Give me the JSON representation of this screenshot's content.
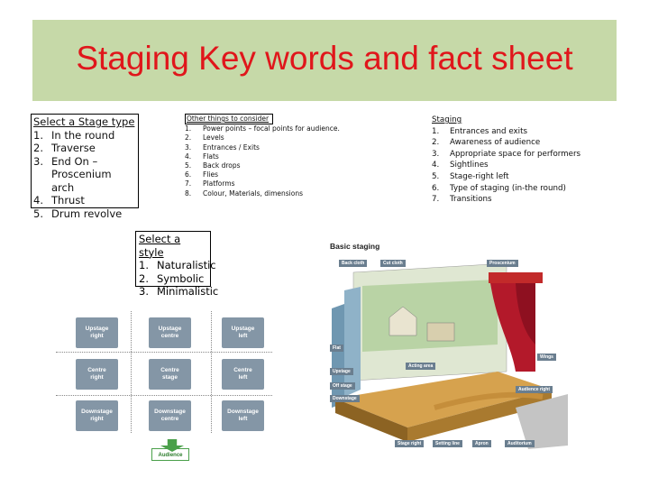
{
  "title": "Staging Key words and fact sheet",
  "stage_type": {
    "heading": "Select a Stage type",
    "items": [
      {
        "n": "1.",
        "text": "In the round"
      },
      {
        "n": "2.",
        "text": "Traverse"
      },
      {
        "n": "3.",
        "text": "End On – Proscenium arch"
      },
      {
        "n": "4.",
        "text": "Thrust"
      },
      {
        "n": "5.",
        "text": "Drum revolve"
      }
    ]
  },
  "other": {
    "heading": "Other things to consider",
    "items": [
      {
        "n": "1.",
        "text": "Power points – focal points for audience."
      },
      {
        "n": "2.",
        "text": "Levels"
      },
      {
        "n": "3.",
        "text": "Entrances / Exits"
      },
      {
        "n": "4.",
        "text": "Flats"
      },
      {
        "n": "5.",
        "text": "Back drops"
      },
      {
        "n": "6.",
        "text": "Flies"
      },
      {
        "n": "7.",
        "text": "Platforms"
      },
      {
        "n": "8.",
        "text": "Colour, Materials, dimensions"
      }
    ]
  },
  "style": {
    "heading": "Select a style",
    "items": [
      {
        "n": "1.",
        "text": "Naturalistic"
      },
      {
        "n": "2.",
        "text": "Symbolic"
      },
      {
        "n": "3.",
        "text": "Minimalistic"
      }
    ]
  },
  "staging": {
    "heading": "Staging",
    "items": [
      {
        "n": "1.",
        "text": "Entrances and exits"
      },
      {
        "n": "2.",
        "text": "Awareness of audience"
      },
      {
        "n": "3.",
        "text": "Appropriate space for performers"
      },
      {
        "n": "4.",
        "text": "Sightlines"
      },
      {
        "n": "5.",
        "text": "Stage-right left"
      },
      {
        "n": "6.",
        "text": "Type of staging (in-the round)"
      },
      {
        "n": "7.",
        "text": "Transitions"
      }
    ]
  },
  "grid": {
    "cells": [
      {
        "a": "Upstage",
        "b": "right"
      },
      {
        "a": "Upstage",
        "b": "centre"
      },
      {
        "a": "Upstage",
        "b": "left"
      },
      {
        "a": "Centre",
        "b": "right"
      },
      {
        "a": "Centre",
        "b": "stage"
      },
      {
        "a": "Centre",
        "b": "left"
      },
      {
        "a": "Downstage",
        "b": "right"
      },
      {
        "a": "Downstage",
        "b": "centre"
      },
      {
        "a": "Downstage",
        "b": "left"
      }
    ],
    "audience": "Audience"
  },
  "illustration": {
    "heading": "Basic staging",
    "labels": {
      "back_cloth": "Back cloth",
      "cut_cloth": "Cut cloth",
      "proscenium": "Proscenium",
      "flat": "Flat",
      "wings": "Wings",
      "upstage": "Upstage",
      "off_stage": "Off stage",
      "acting_area": "Acting area",
      "downstage": "Downstage",
      "audience_right": "Audience right",
      "stage_right": "Stage right",
      "setting_line": "Setting line",
      "apron": "Apron",
      "auditorium": "Auditorium"
    }
  },
  "colors": {
    "title": "#e0161b",
    "title_band": "#c6d9a8",
    "grid_cell": "#8496a6",
    "audience": "#4aa04a"
  }
}
